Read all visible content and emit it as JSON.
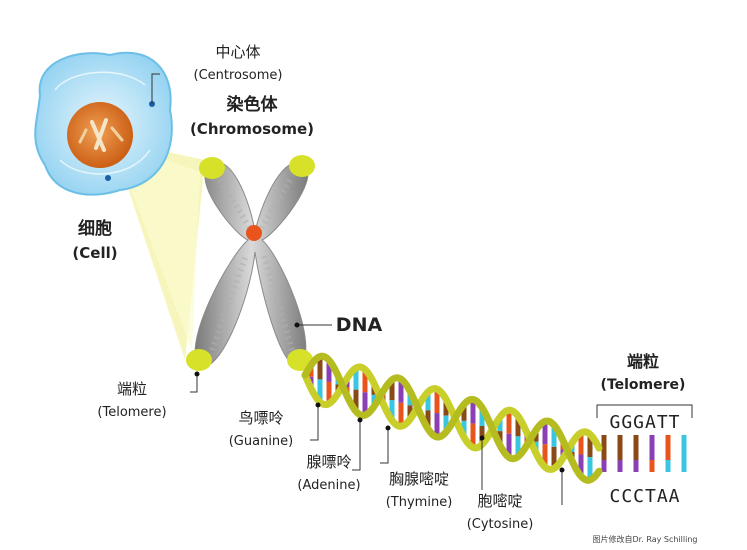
{
  "labels": {
    "centrosome_zh": "中心体",
    "centrosome_en": "(Centrosome)",
    "chromosome_zh": "染色体",
    "chromosome_en": "(Chromosome)",
    "cell_zh": "细胞",
    "cell_en": "(Cell)",
    "dna": "DNA",
    "telomere_left_zh": "端粒",
    "telomere_left_en": "(Telomere)",
    "guanine_zh": "鸟嘌呤",
    "guanine_en": "(Guanine)",
    "adenine_zh": "腺嘌呤",
    "adenine_en": "(Adenine)",
    "thymine_zh": "胸腺嘧啶",
    "thymine_en": "(Thymine)",
    "cytosine_zh": "胞嘧啶",
    "cytosine_en": "(Cytosine)",
    "telomere_right_zh": "端粒",
    "telomere_right_en": "(Telomere)",
    "sequence_top": "GGGATT",
    "sequence_bottom": "CCCTAA",
    "credit": "图片修改自Dr. Ray Schilling"
  },
  "colors": {
    "cell": "#a8dcf5",
    "nucleus": "#e0731c",
    "chromosome": "#9c9c9c",
    "telomere_cap": "#d7e12a",
    "centromere": "#e8541c",
    "helix_backbone": "#c8cf2a",
    "guanine": "#8a3fb5",
    "adenine": "#38c6e0",
    "thymine": "#e8541c",
    "cytosine": "#8a4a18"
  }
}
